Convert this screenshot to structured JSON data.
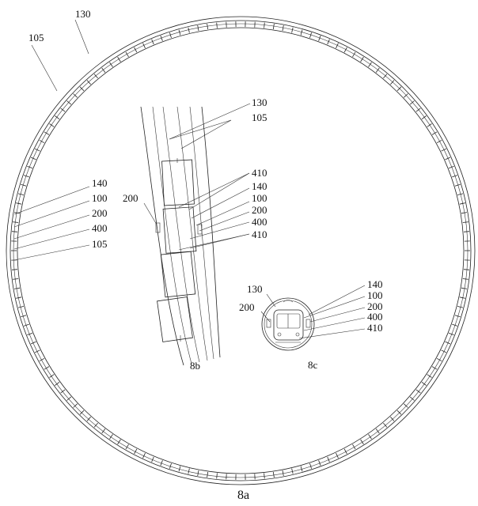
{
  "figure": {
    "caption": "8a",
    "ring_labels": {
      "top_130": "130",
      "top_105": "105",
      "left_140": "140",
      "left_100": "100",
      "left_200": "200",
      "left_400": "400",
      "left_105": "105"
    },
    "detail_8b": {
      "caption": "8b",
      "label_130": "130",
      "label_105": "105",
      "label_410_top": "410",
      "label_140": "140",
      "label_100": "100",
      "label_200_right": "200",
      "label_400": "400",
      "label_410_bottom": "410",
      "label_200_left": "200"
    },
    "detail_8c": {
      "caption": "8c",
      "label_130": "130",
      "label_200": "200",
      "label_140": "140",
      "label_100": "100",
      "label_200_right": "200",
      "label_400": "400",
      "label_410": "410"
    }
  }
}
